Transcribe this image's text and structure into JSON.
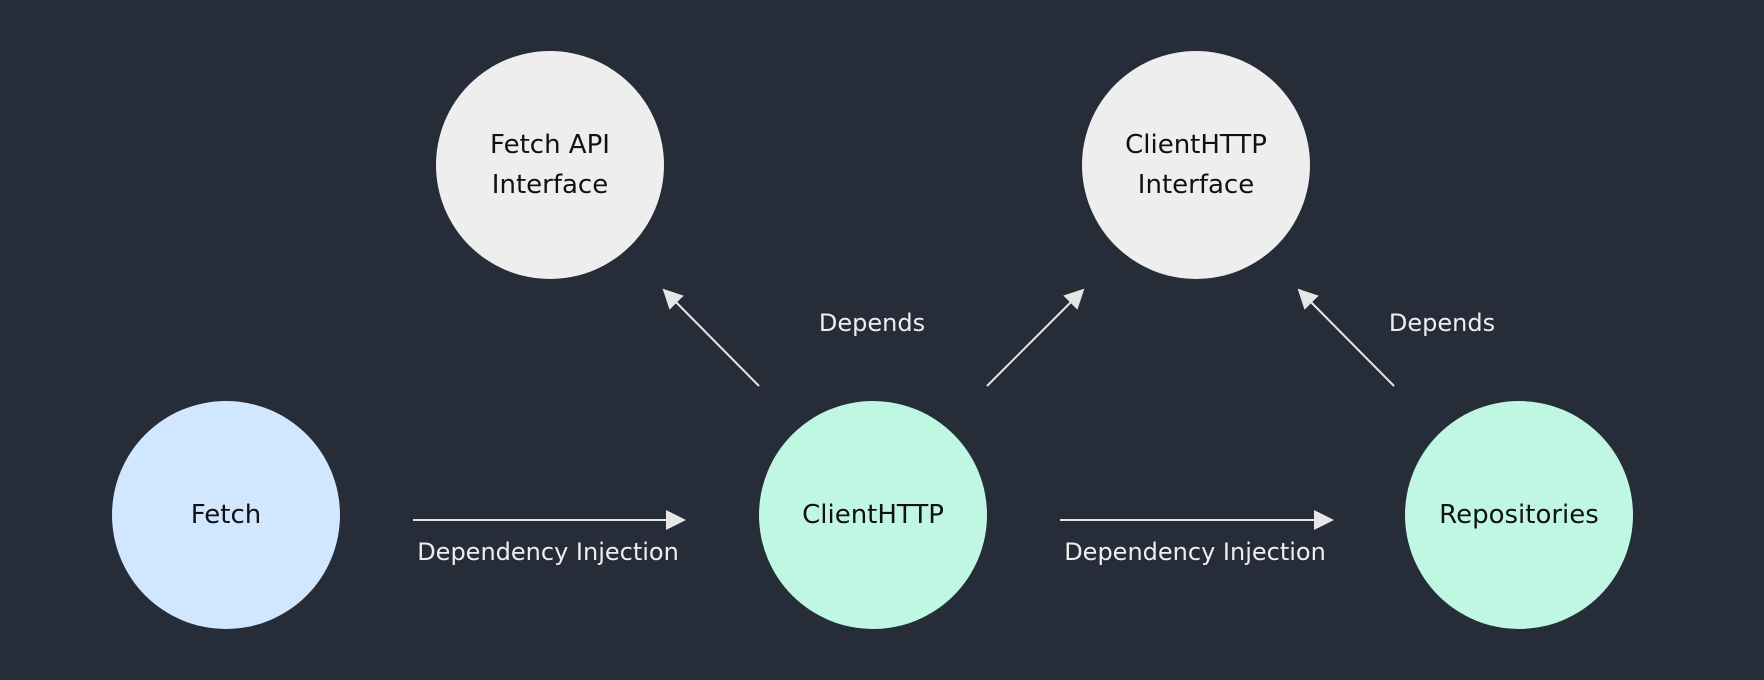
{
  "nodes": {
    "fetch_api_interface": {
      "label": "Fetch API\nInterface",
      "fill": "#eeeeee"
    },
    "clienthttp_interface": {
      "label": "ClientHTTP\nInterface",
      "fill": "#eeeeee"
    },
    "fetch": {
      "label": "Fetch",
      "fill": "#d1e6ff"
    },
    "clienthttp": {
      "label": "ClientHTTP",
      "fill": "#bff7e2"
    },
    "repositories": {
      "label": "Repositories",
      "fill": "#bff7e2"
    }
  },
  "edges": {
    "di_fetch_to_clienthttp": {
      "from": "fetch",
      "to": "clienthttp",
      "label": "Dependency Injection"
    },
    "di_clienthttp_to_repositories": {
      "from": "clienthttp",
      "to": "repositories",
      "label": "Dependency Injection"
    },
    "clienthttp_depends_fetch_api": {
      "from": "clienthttp",
      "to": "fetch_api_interface",
      "label": "Depends"
    },
    "clienthttp_to_clienthttp_interface": {
      "from": "clienthttp",
      "to": "clienthttp_interface",
      "label": ""
    },
    "repositories_depends_clienthttp_interface": {
      "from": "repositories",
      "to": "clienthttp_interface",
      "label": "Depends"
    }
  },
  "colors": {
    "background": "#262d38",
    "arrow": "#e6e6e6",
    "edge_label": "#eeeeee"
  }
}
